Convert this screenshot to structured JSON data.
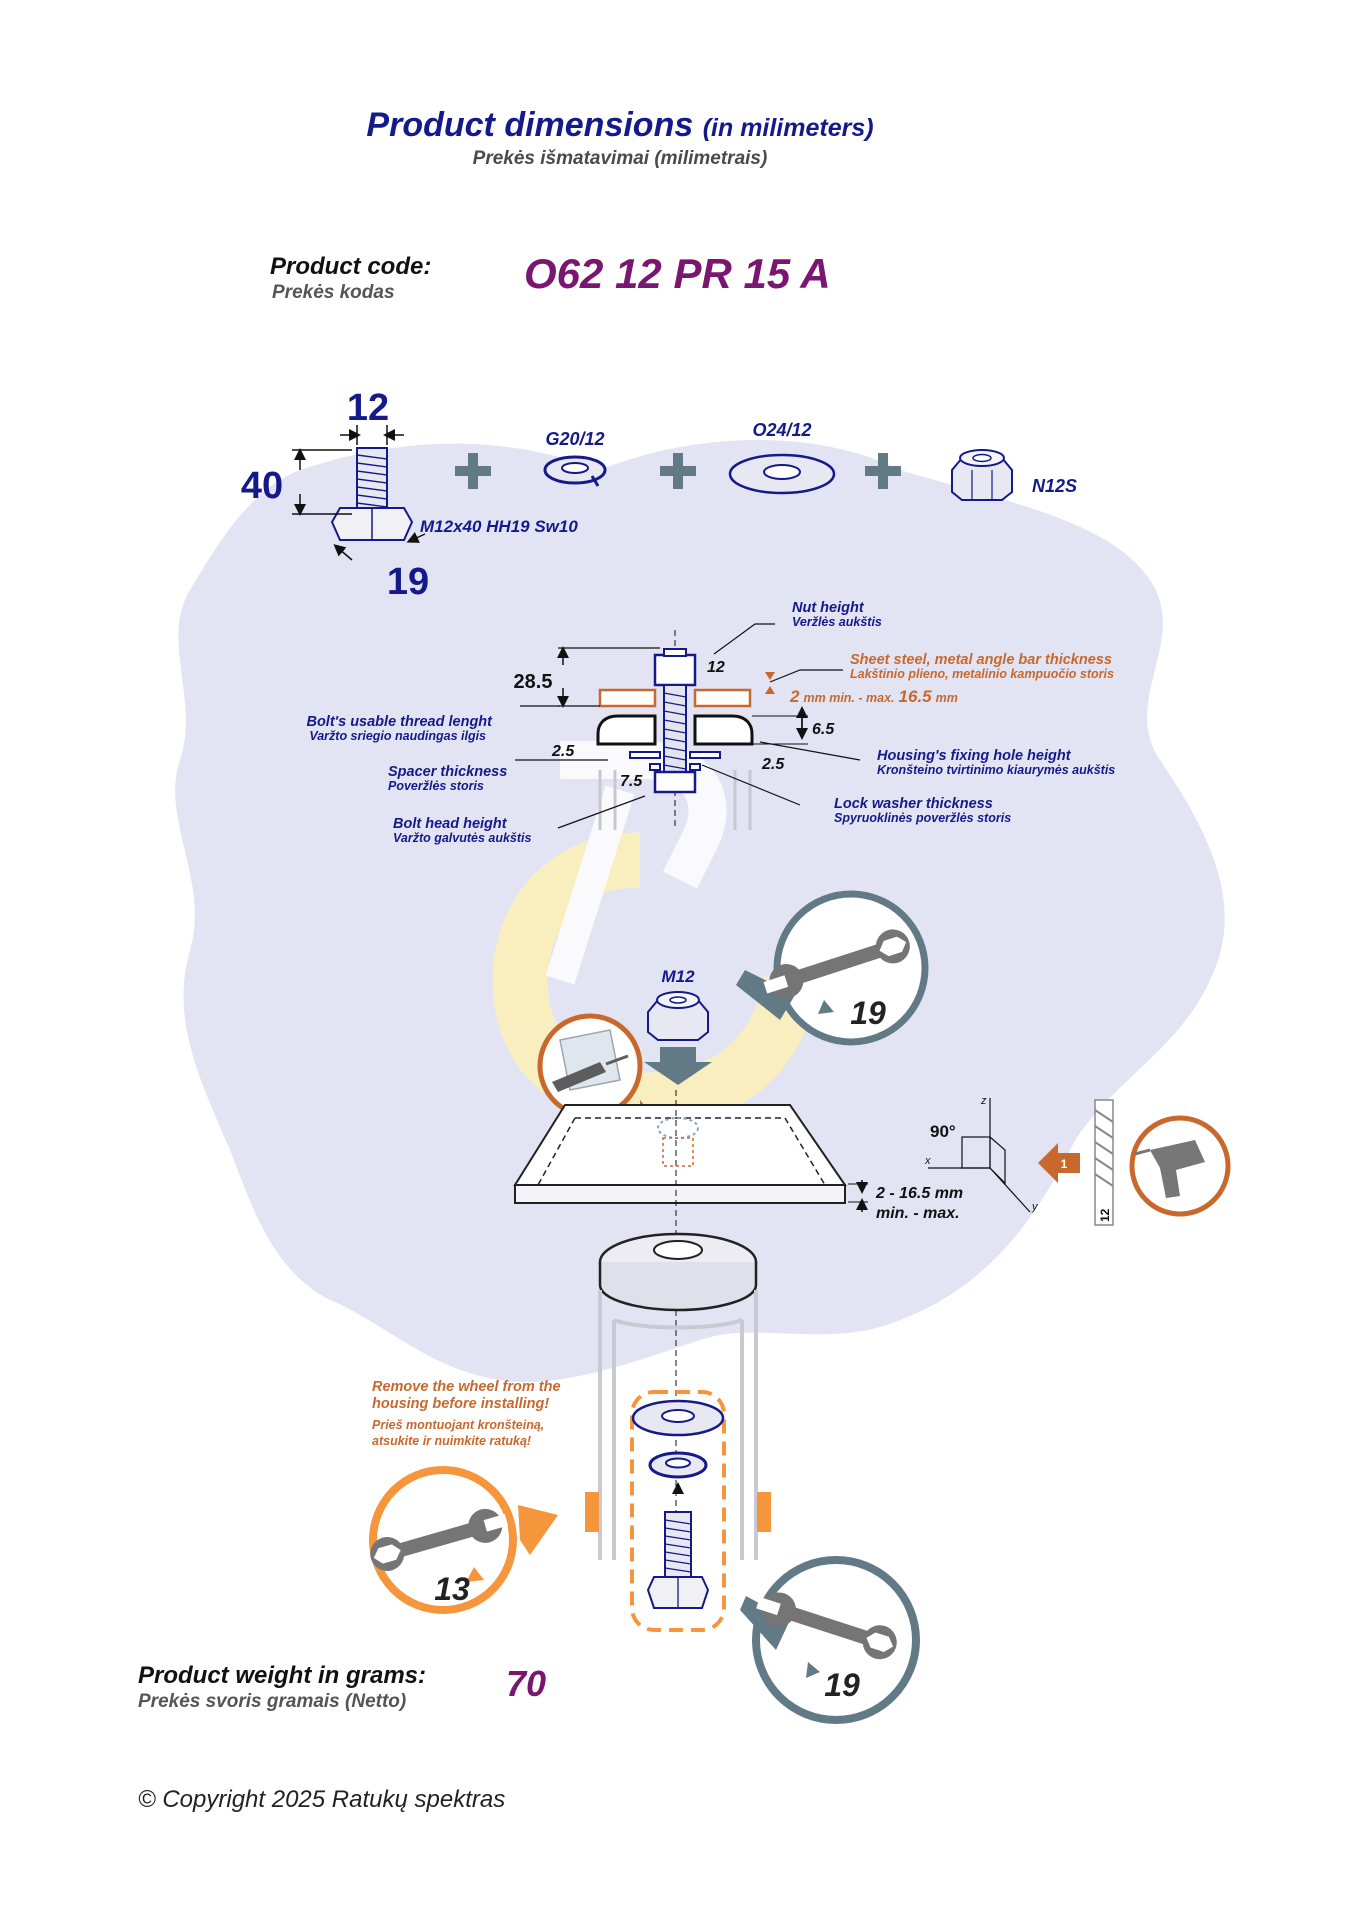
{
  "header": {
    "title_main": "Product dimensions",
    "title_paren": "(in milimeters)",
    "subtitle": "Prekės išmatavimai (milimetrais)"
  },
  "product_code": {
    "label": "Product code:",
    "label_lt": "Prekės kodas",
    "value": "O62 12 PR 15 A"
  },
  "parts": {
    "bolt_width": "12",
    "bolt_length": "40",
    "bolt_head": "19",
    "bolt_spec": "M12x40 HH19 Sw10",
    "lock_washer": "G20/12",
    "washer": "O24/12",
    "nut": "N12S"
  },
  "assembly_dims": {
    "thread_length": "28.5",
    "nut_height": "12",
    "fixing_hole_height": "6.5",
    "spacer_thickness": "2.5",
    "lock_washer_thickness": "2.5",
    "bolt_head_height": "7.5"
  },
  "annotations": {
    "nut_height": "Nut height",
    "nut_height_lt": "Veržlės aukštis",
    "sheet_steel": "Sheet steel, metal angle bar thickness",
    "sheet_steel_lt": "Lakštinio plieno, metalinio kampuočio storis",
    "steel_min_val": "2",
    "steel_min_label": "mm min. - max.",
    "steel_max_val": "16.5",
    "steel_max_unit": "mm",
    "thread_length": "Bolt's usable thread lenght",
    "thread_length_lt": "Varžto sriegio naudingas ilgis",
    "fixing_hole": "Housing's fixing hole height",
    "fixing_hole_lt": "Kronšteino tvirtinimo kiaurymės aukštis",
    "spacer": "Spacer thickness",
    "spacer_lt": "Poveržlės storis",
    "lock_washer": "Lock washer thickness",
    "lock_washer_lt": "Spyruoklinės poveržlės storis",
    "bolt_head": "Bolt head height",
    "bolt_head_lt": "Varžto galvutės aukštis"
  },
  "install": {
    "nut_label": "M12",
    "wrench_top": "19",
    "plate_range": "2 - 16.5 mm",
    "plate_range_label": "min. - max.",
    "angle": "90°",
    "axis_x": "x",
    "axis_y": "y",
    "axis_z": "z",
    "step": "1",
    "drill_size": "12",
    "warning": "Remove the wheel from the",
    "warning_2": "housing before installing!",
    "warning_lt": "Prieš montuojant kronšteiną,",
    "warning_lt_2": "atsukite ir nuimkite ratuką!",
    "wrench_left": "13",
    "wrench_bottom": "19"
  },
  "weight": {
    "label": "Product weight in grams:",
    "label_lt": "Prekės svoris gramais (Netto)",
    "value": "70"
  },
  "footer": {
    "copyright": "© Copyright 2025 Ratukų spektras"
  },
  "colors": {
    "navy": "#141a8a",
    "purple": "#7a1670",
    "orange": "#c8682d",
    "bright_orange": "#f5953c",
    "steel_grey": "#627a86",
    "blob": "#e3e4f3"
  }
}
